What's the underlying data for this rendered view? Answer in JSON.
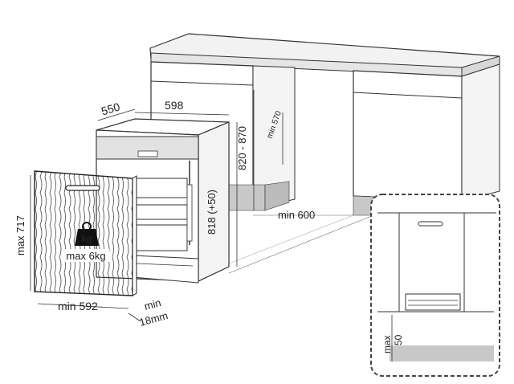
{
  "dimensions": {
    "cabinet_depth": "550",
    "cabinet_width": "598",
    "cabinet_height": "818 (+50)",
    "counter_height": "820 - 870",
    "min_recess_height": "min 570",
    "min_opening": "min 600",
    "panel_height": "max 717",
    "panel_width": "min 592",
    "panel_thickness_a": "min",
    "panel_thickness_b": "18mm",
    "panel_weight": "max 6kg",
    "weight_unit": "kg",
    "plinth_height_a": "max",
    "plinth_height_b": "50"
  },
  "colors": {
    "line": "#333333",
    "plinth": "#c8c8c8",
    "detail_border": "#444444",
    "countertop": "#f2f2f2"
  }
}
